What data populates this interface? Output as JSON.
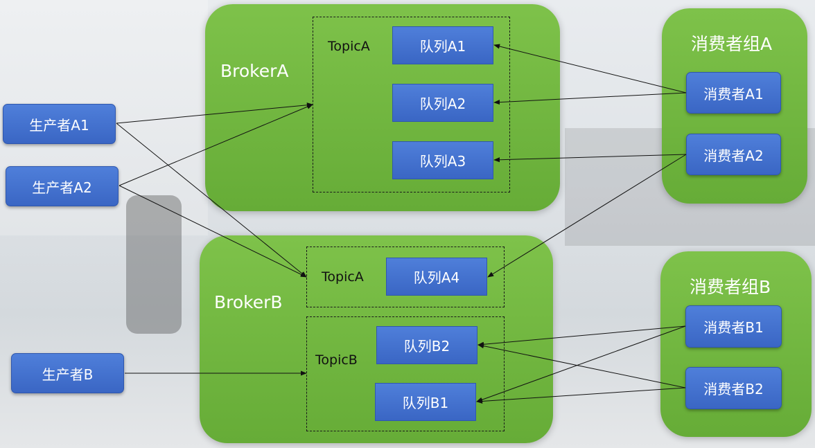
{
  "brokers": {
    "a": {
      "label": "BrokerA",
      "topic": "TopicA",
      "queues": [
        "队列A1",
        "队列A2",
        "队列A3"
      ]
    },
    "b": {
      "label": "BrokerB",
      "topic_a": {
        "label": "TopicA",
        "queue": "队列A4"
      },
      "topic_b": {
        "label": "TopicB",
        "queues": [
          "队列B2",
          "队列B1"
        ]
      }
    }
  },
  "producers": [
    "生产者A1",
    "生产者A2",
    "生产者B"
  ],
  "consumer_groups": {
    "a": {
      "label": "消费者组A",
      "consumers": [
        "消费者A1",
        "消费者A2"
      ]
    },
    "b": {
      "label": "消费者组B",
      "consumers": [
        "消费者B1",
        "消费者B2"
      ]
    }
  },
  "colors": {
    "broker_green": "#6fb63f",
    "node_blue": "#4472c4",
    "arrow": "#111111"
  }
}
